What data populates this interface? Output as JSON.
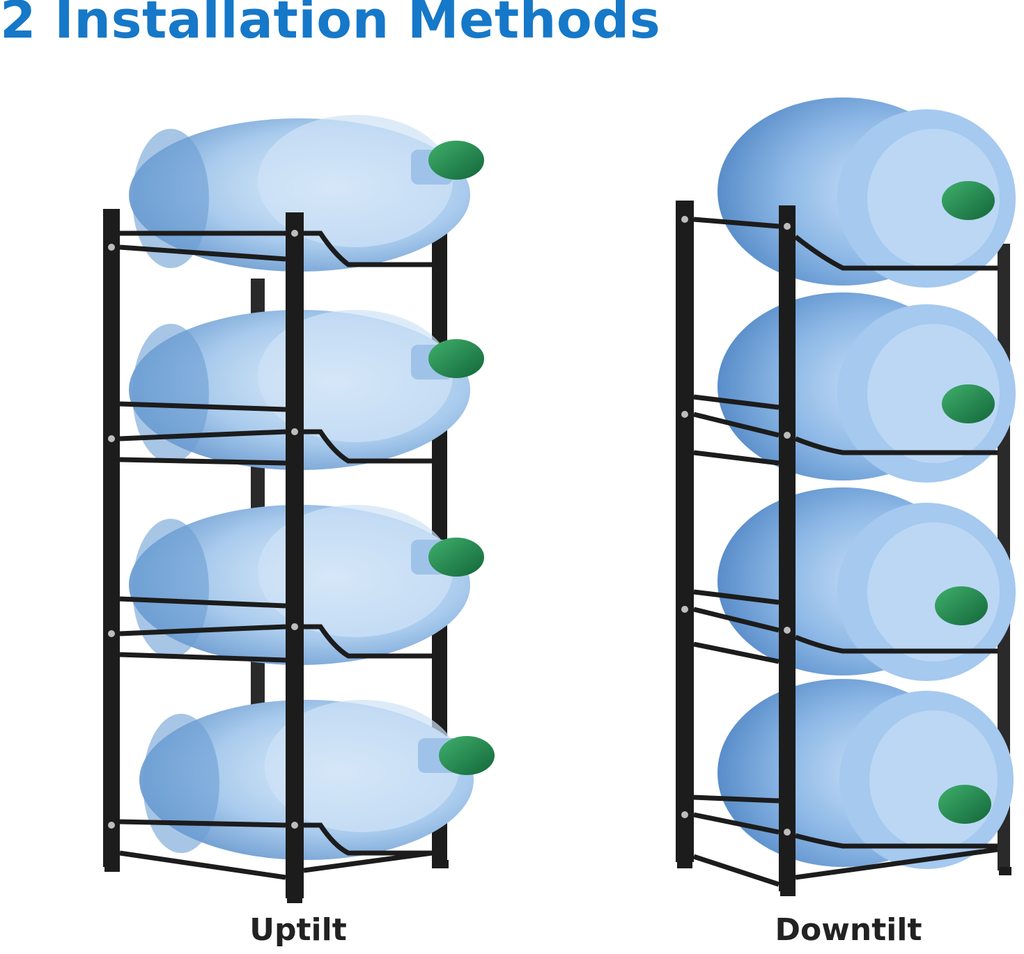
{
  "title": "2 Installation Methods",
  "methods": [
    {
      "label": "Uptilt"
    },
    {
      "label": "Downtilt"
    }
  ],
  "colors": {
    "title": "#1678c8",
    "bottle": "#8fb9e3",
    "cap": "#1f8a4c",
    "rack": "#1c1c1c"
  },
  "icons": [
    "water-bottle",
    "bottle-cap",
    "metal-rack"
  ]
}
